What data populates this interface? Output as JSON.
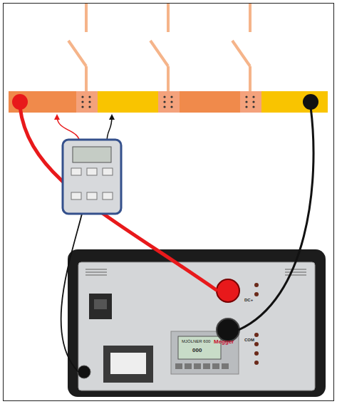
{
  "diagram": {
    "labels": [
      "MJÖLNER 600",
      "Megger",
      "000",
      "DC+",
      "COM"
    ]
  }
}
